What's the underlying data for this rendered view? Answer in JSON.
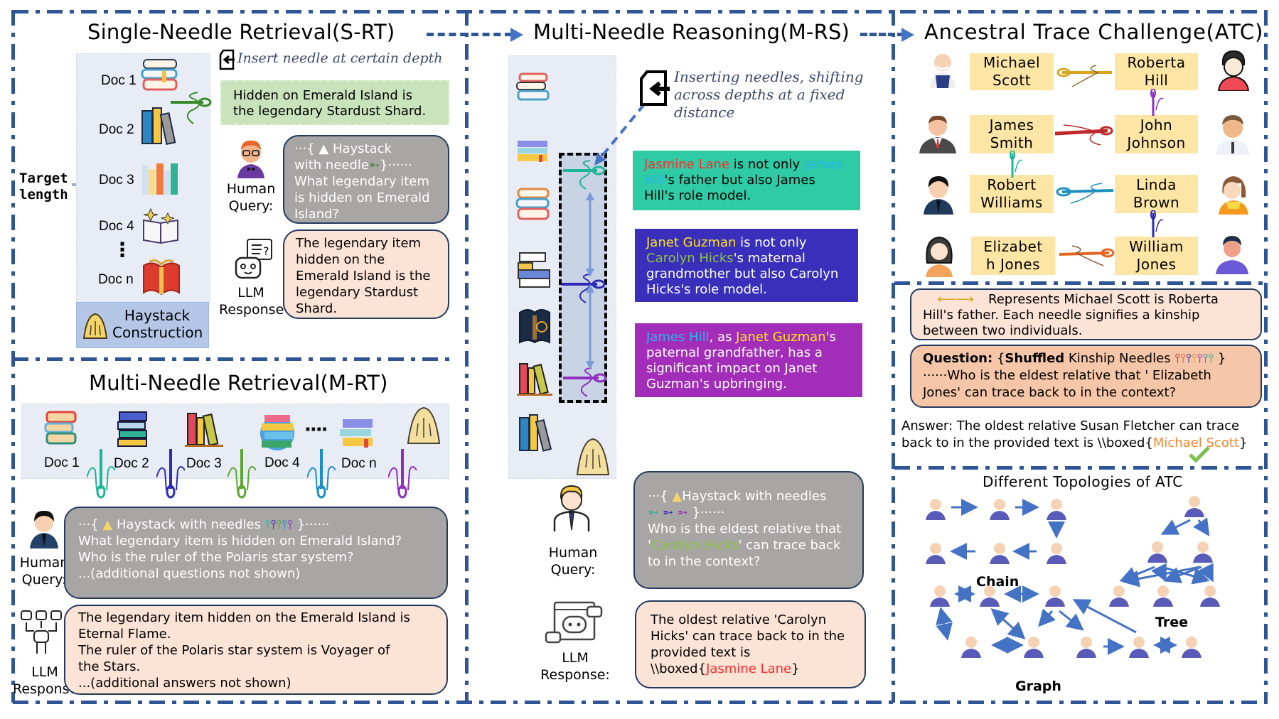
{
  "colors": {
    "border": "#2f5597",
    "arrow": "#4472c4",
    "panel": "#e8ecf5",
    "query_bubble": "#a8a5a5",
    "response_bubble": "#fbe3d6",
    "needle_green_box": "#c9e3bc",
    "teal_box": "#2fcba4",
    "indigo_box": "#3a2fbb",
    "purple_box": "#a12db8",
    "name_box": "#fde6a5",
    "haystack_box": "#b4c7e7"
  },
  "srt": {
    "title": "Single-Needle Retrieval(S-RT)",
    "target_length": [
      "Target",
      "length"
    ],
    "docs": [
      "Doc 1",
      "Doc 2",
      "Doc 3",
      "Doc 4",
      "Doc n"
    ],
    "ellipsis": "⋮",
    "haystack_label": [
      "Haystack",
      "Construction"
    ],
    "insert_note": "Insert needle at certain depth",
    "needle_text": "Hidden on Emerald Island is the legendary Stardust Shard.",
    "human_label": [
      "Human",
      "Query:"
    ],
    "llm_label": [
      "LLM",
      "Response"
    ],
    "query": {
      "prefix": "···{",
      "haystack": "Haystack",
      "with": "with needle",
      "suffix": "}······",
      "question": "What legendary item is hidden on Emerald Island?"
    },
    "response": "The legendary item hidden on the Emerald Island is the legendary Stardust Shard."
  },
  "mrt": {
    "title": "Multi-Needle Retrieval(M-RT)",
    "docs": [
      "Doc 1",
      "Doc 2",
      "Doc 3",
      "Doc 4",
      "Doc n"
    ],
    "dots": "····",
    "human_label": [
      "Human",
      "Query:"
    ],
    "llm_label": [
      "LLM",
      "Response"
    ],
    "query": {
      "prefix": "···{",
      "haystack": "Haystack with needles",
      "suffix": "}······",
      "lines": [
        "What legendary item is hidden on Emerald Island?",
        "Who is the ruler of the Polaris star system?",
        "...(additional questions not shown)"
      ]
    },
    "response_lines": [
      "The legendary item hidden on the Emerald Island is",
      "Eternal Flame.",
      "The ruler of the Polaris star system is Voyager of",
      "the Stars.",
      "...(additional answers not shown)"
    ]
  },
  "mrs": {
    "title": "Multi-Needle Reasoning(M-RS)",
    "note": "Inserting needles, shifting across depths at a fixed distance",
    "needles": [
      {
        "parts": [
          {
            "t": "Jasmine Lane",
            "c": "red"
          },
          {
            "t": " is not only ",
            "c": ""
          },
          {
            "t": "James Hill",
            "c": "blue"
          },
          {
            "t": "'s father but also James Hill's role model.",
            "c": ""
          }
        ]
      },
      {
        "parts": [
          {
            "t": "Janet Guzman",
            "c": "yellow"
          },
          {
            "t": " is not only ",
            "c": ""
          },
          {
            "t": "Carolyn Hicks",
            "c": "green"
          },
          {
            "t": "'s maternal grandmother but also Carolyn Hicks's role model.",
            "c": ""
          }
        ]
      },
      {
        "parts": [
          {
            "t": "James Hill",
            "c": "blue"
          },
          {
            "t": ", as ",
            "c": ""
          },
          {
            "t": "Janet Guzman",
            "c": "yellow"
          },
          {
            "t": "'s paternal grandfather, has a significant impact on Janet Guzman's upbringing.",
            "c": ""
          }
        ]
      }
    ],
    "human_label": [
      "Human",
      "Query:"
    ],
    "llm_label": [
      "LLM",
      "Response:"
    ],
    "query": {
      "prefix": "···{",
      "haystack": "Haystack with needles",
      "suffix": "}······",
      "q1": "Who is the eldest relative that '",
      "name": "Carolyn Hicks",
      "q2": "' can trace back to in the context?"
    },
    "response": {
      "text": "The oldest relative 'Carolyn Hicks' can trace back to in the provided text is \\\\boxed{",
      "answer": "Jasmine Lane",
      "close": "}"
    }
  },
  "atc": {
    "title": "Ancestral Trace Challenge(ATC)",
    "pairs": [
      {
        "left": [
          "Michael",
          "Scott"
        ],
        "right": [
          "Roberta",
          "Hill"
        ],
        "needle": "#d9a520"
      },
      {
        "left": [
          "James",
          "Smith"
        ],
        "right": [
          "John",
          "Johnson"
        ],
        "needle": "#c0282a"
      },
      {
        "left": [
          "Robert",
          "Williams"
        ],
        "right": [
          "Linda",
          "Brown"
        ],
        "needle": "#1f8fbf"
      },
      {
        "left": [
          "Elizabet",
          "h Jones"
        ],
        "right": [
          "William",
          "Jones"
        ],
        "needle": "#e0651f"
      }
    ],
    "legend": {
      "text": "Represents Michael Scott is Roberta Hill's father. Each needle signifies a kinship between two individuals."
    },
    "question": {
      "label": "Question:",
      "open": "{",
      "shuffled": "Shuffled",
      "rest": " Kinship Needles",
      "body": "}······Who is the eldest relative that ' Elizabeth Jones' can trace back to in the context?"
    },
    "answer": {
      "text": "Answer: The oldest relative Susan Fletcher can trace back to in the provided text is \\\\boxed{",
      "name": "Michael Scott",
      "close": "}"
    },
    "topologies": {
      "title": "Different Topologies of ATC",
      "labels": [
        "Chain",
        "Tree",
        "Graph"
      ]
    }
  }
}
